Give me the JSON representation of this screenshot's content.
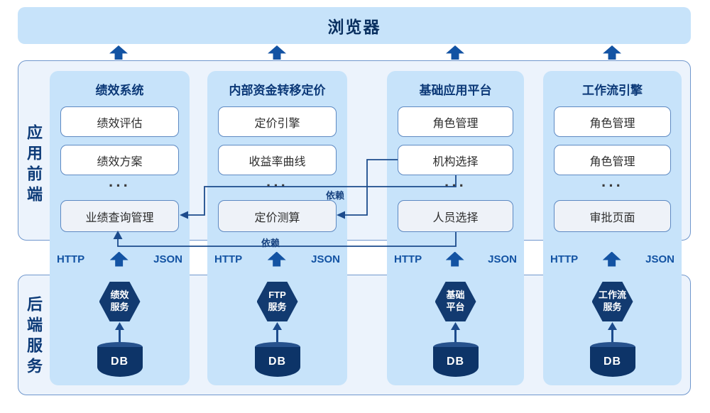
{
  "browser": {
    "title": "浏览器"
  },
  "frontend": {
    "label": "应用前端"
  },
  "backend": {
    "label": "后端服务"
  },
  "columns": [
    {
      "title": "绩效系统",
      "modules": [
        "绩效评估",
        "绩效方案"
      ],
      "ellipsis": "···",
      "feature": "业绩查询管理",
      "http_label": "HTTP",
      "json_label": "JSON",
      "service": [
        "绩效",
        "服务"
      ],
      "db_label": "DB"
    },
    {
      "title": "内部资金转移定价",
      "modules": [
        "定价引擎",
        "收益率曲线"
      ],
      "ellipsis": "···",
      "feature": "定价测算",
      "http_label": "HTTP",
      "json_label": "JSON",
      "service": [
        "FTP",
        "服务"
      ],
      "db_label": "DB"
    },
    {
      "title": "基础应用平台",
      "modules": [
        "角色管理",
        "机构选择"
      ],
      "ellipsis": "···",
      "feature": "人员选择",
      "http_label": "HTTP",
      "json_label": "JSON",
      "service": [
        "基础",
        "平台"
      ],
      "db_label": "DB"
    },
    {
      "title": "工作流引擎",
      "modules": [
        "角色管理",
        "角色管理"
      ],
      "ellipsis": "···",
      "feature": "审批页面",
      "http_label": "HTTP",
      "json_label": "JSON",
      "service": [
        "工作流",
        "服务"
      ],
      "db_label": "DB"
    }
  ],
  "connections": [
    {
      "from": "机构选择",
      "to": "定价测算",
      "label": "依赖"
    },
    {
      "from": "机构选择",
      "to": "业绩查询管理",
      "label": "依赖"
    },
    {
      "from": "人员选择",
      "to": "业绩查询管理",
      "label": "依赖"
    }
  ],
  "colors": {
    "bar_blue": "#c7e3fa",
    "panel_bg": "#ecf3fc",
    "panel_border": "#7097cd",
    "navy_text": "#0b3877",
    "arrow_blue": "#1353a3",
    "shape_navy": "#123a70",
    "line_navy": "#1c4b8c"
  }
}
